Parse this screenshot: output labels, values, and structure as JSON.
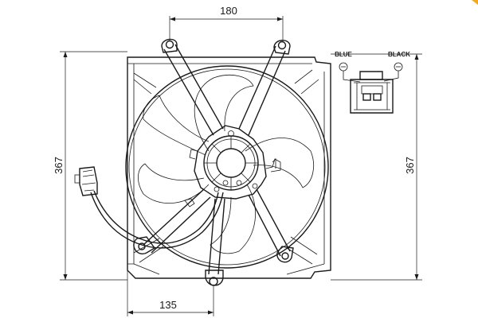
{
  "dimensions": {
    "top_width": "180",
    "bottom_offset": "135",
    "left_height": "367",
    "right_height": "367"
  },
  "connector": {
    "pin_left_label": "BLUE",
    "pin_right_label": "BLACK"
  },
  "colors": {
    "line": "#1a1a1a",
    "accent": "#f5a623"
  }
}
